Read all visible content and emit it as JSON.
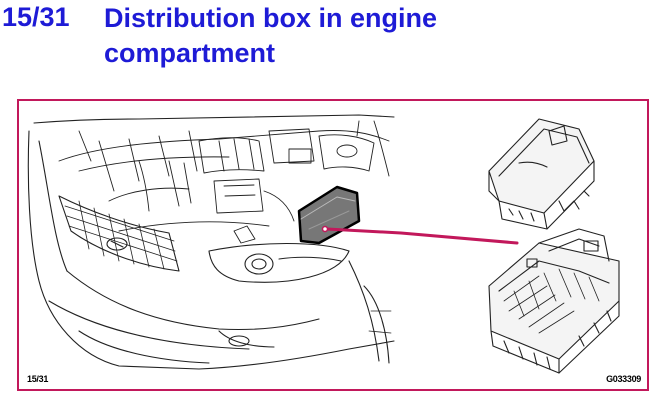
{
  "heading": {
    "number": "15/31",
    "title": "Distribution box in engine compartment"
  },
  "figure": {
    "code_left": "15/31",
    "code_right": "G033309"
  },
  "colors": {
    "heading": "#1e1bd6",
    "frame": "#c2185b",
    "pointer": "#c2185b"
  }
}
